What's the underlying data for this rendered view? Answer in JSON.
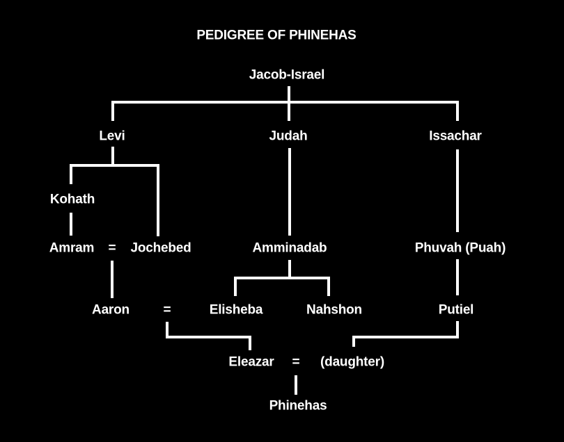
{
  "diagram": {
    "title": "PEDIGREE OF PHINEHAS",
    "background": "#000000",
    "line_color": "#ffffff",
    "nodes": {
      "jacob": "Jacob-Israel",
      "levi": "Levi",
      "judah": "Judah",
      "issachar": "Issachar",
      "kohath": "Kohath",
      "amram": "Amram",
      "amram_eq": "=",
      "jochebed": "Jochebed",
      "amminadab": "Amminadab",
      "phuvah": "Phuvah (Puah)",
      "aaron": "Aaron",
      "aaron_eq": "=",
      "elisheba": "Elisheba",
      "nahshon": "Nahshon",
      "putiel": "Putiel",
      "eleazar": "Eleazar",
      "eleazar_eq": "=",
      "daughter": "(daughter)",
      "phinehas": "Phinehas"
    },
    "edges": [
      [
        "Jacob-Israel",
        "Levi"
      ],
      [
        "Jacob-Israel",
        "Judah"
      ],
      [
        "Jacob-Israel",
        "Issachar"
      ],
      [
        "Levi",
        "Kohath"
      ],
      [
        "Levi",
        "Jochebed"
      ],
      [
        "Kohath",
        "Amram"
      ],
      [
        "Amram = Jochebed",
        "Aaron"
      ],
      [
        "Judah",
        "Amminadab"
      ],
      [
        "Amminadab",
        "Elisheba"
      ],
      [
        "Amminadab",
        "Nahshon"
      ],
      [
        "Issachar",
        "Phuvah (Puah)"
      ],
      [
        "Phuvah (Puah)",
        "Putiel"
      ],
      [
        "Aaron = Elisheba",
        "Eleazar"
      ],
      [
        "Putiel",
        "(daughter)"
      ],
      [
        "Eleazar = (daughter)",
        "Phinehas"
      ]
    ]
  }
}
